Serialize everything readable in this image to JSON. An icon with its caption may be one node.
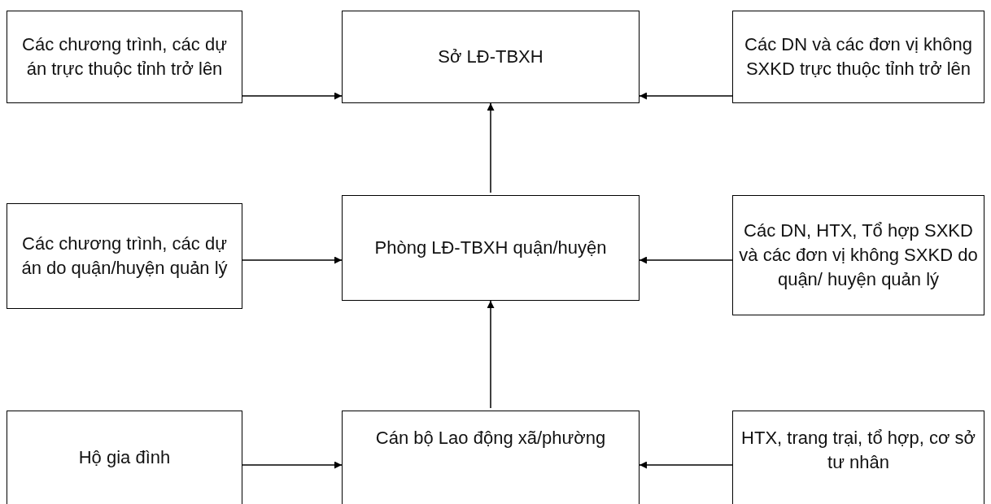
{
  "diagram": {
    "nodes": [
      {
        "text": [
          "Các chương trình, các dự án trực thuộc tỉnh trở lên"
        ]
      },
      {
        "text": [
          "Sở LĐ-TBXH"
        ]
      },
      {
        "text": [
          "Các DN và các đơn vị không SXKD trực thuộc tỉnh trở lên"
        ]
      },
      {
        "text": [
          "Các chương trình, các dự án do quận/huyện quản lý"
        ]
      },
      {
        "text": [
          "Phòng LĐ-TBXH quận/huyện"
        ]
      },
      {
        "text": [
          "Các DN, HTX, Tổ hợp SXKD và các đơn vị không SXKD do quận/ huyện quản lý"
        ]
      },
      {
        "text": [
          "Hộ gia đình"
        ]
      },
      {
        "text": [
          "Cán bộ Lao động xã/phường"
        ]
      },
      {
        "text": [
          "HTX, trang trại, tổ hợp, cơ sở tư nhân"
        ]
      }
    ],
    "edges": [
      {
        "from": 0,
        "to": 1,
        "arrow": "to"
      },
      {
        "from": 2,
        "to": 1,
        "arrow": "to"
      },
      {
        "from": 4,
        "to": 1,
        "arrow": "to"
      },
      {
        "from": 3,
        "to": 4,
        "arrow": "to"
      },
      {
        "from": 5,
        "to": 4,
        "arrow": "to"
      },
      {
        "from": 7,
        "to": 4,
        "arrow": "to"
      },
      {
        "from": 6,
        "to": 7,
        "arrow": "to"
      },
      {
        "from": 8,
        "to": 7,
        "arrow": "to"
      }
    ]
  }
}
